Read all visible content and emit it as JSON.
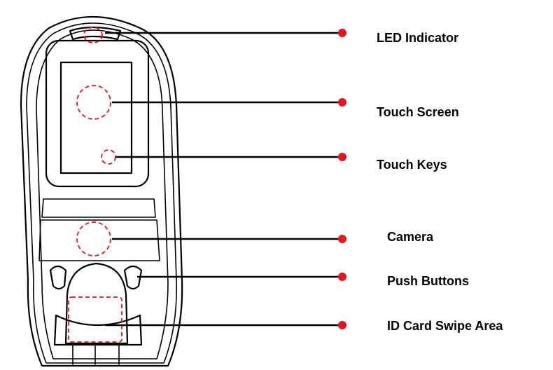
{
  "colors": {
    "marker": "#e8141b",
    "dot": "#e8141b",
    "ink": "#000000"
  },
  "callouts": [
    {
      "id": "led-indicator",
      "label": "LED Indicator"
    },
    {
      "id": "touch-screen",
      "label": "Touch Screen"
    },
    {
      "id": "touch-keys",
      "label": "Touch Keys"
    },
    {
      "id": "camera",
      "label": "Camera"
    },
    {
      "id": "push-buttons",
      "label": "Push Buttons"
    },
    {
      "id": "id-card-swipe-area",
      "label": "ID Card Swipe Area"
    }
  ]
}
